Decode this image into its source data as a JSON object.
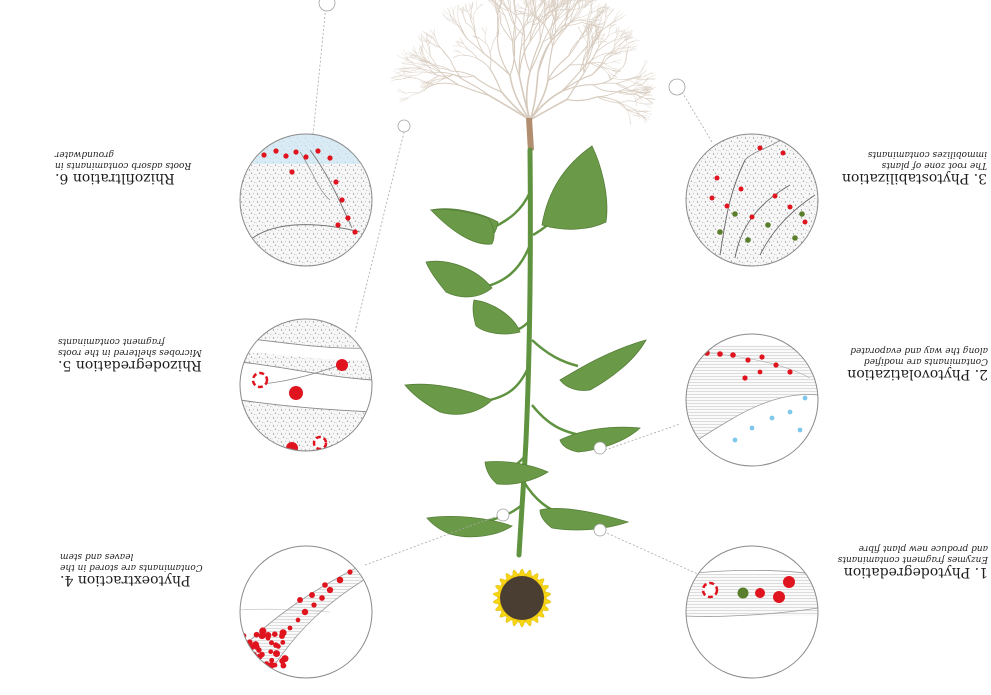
{
  "labels": {
    "phytodegradation": {
      "title": "1. Phytodegredation",
      "line1": "Enzymes fragment contaminants",
      "line2": "and produce new plant fibre"
    },
    "phytovolatization": {
      "title": "2. Phytovolatization",
      "line1": "Contaminants  are  modified",
      "line2": "along the way and evaporated"
    },
    "phytostabilization": {
      "title": "3. Phytostabilization",
      "line1": "The  root  zone  of  plants",
      "line2": "immobilizes contaminants"
    },
    "phytoextraction": {
      "title": "Phytoextraction 4.",
      "line1": "Contaminants are stored in the",
      "line2": "leaves and stem"
    },
    "rhizodegredation": {
      "title": "Rhizodegredation 5.",
      "line1": "Microbes sheltered in the roots",
      "line2": "fragment contaminants"
    },
    "rhizofiltration": {
      "title": "Rhizofiltration 6.",
      "line1": "Roots adsorb contaminants in",
      "line2": "groundwater"
    }
  },
  "colors": {
    "contaminant": "#e0141e",
    "stabilized": "#5a7f2c",
    "water": "#7ec8ec",
    "stem": "#5f9340",
    "leaf": "#6a9a48",
    "petal": "#f6d512",
    "disk": "#4a3d32",
    "root": "#d6cabd"
  }
}
